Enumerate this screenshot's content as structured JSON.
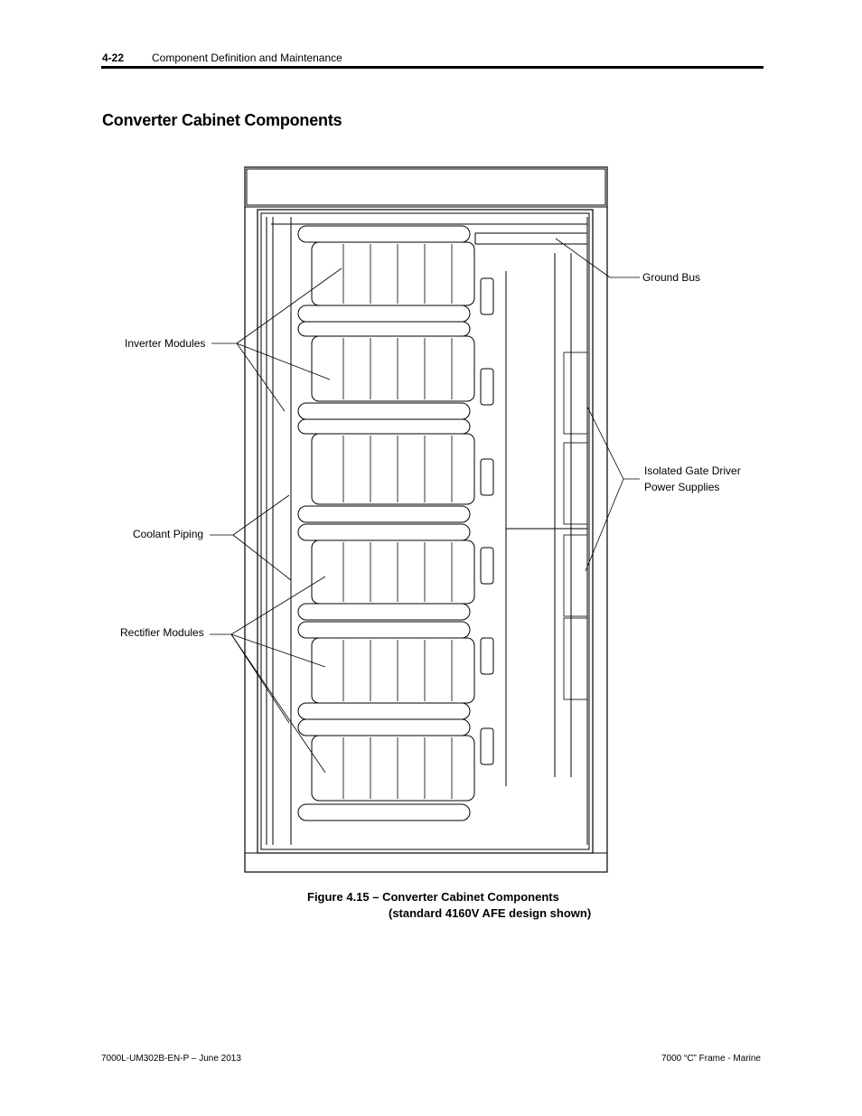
{
  "header": {
    "page_number": "4-22",
    "chapter_title": "Component Definition and Maintenance"
  },
  "section_title": "Converter Cabinet Components",
  "figure": {
    "callouts": {
      "ground_bus": "Ground Bus",
      "inverter_modules": "Inverter Modules",
      "isolated_gate_driver_line1": "Isolated Gate Driver",
      "isolated_gate_driver_line2": "Power Supplies",
      "coolant_piping": "Coolant Piping",
      "rectifier_modules": "Rectifier Modules"
    },
    "caption_line1": "Figure 4.15 – Converter Cabinet Components",
    "caption_line2": "(standard 4160V AFE design shown)"
  },
  "footer": {
    "doc_id": "7000L-UM302B-EN-P – June 2013",
    "product": "7000 “C” Frame - Marine"
  }
}
